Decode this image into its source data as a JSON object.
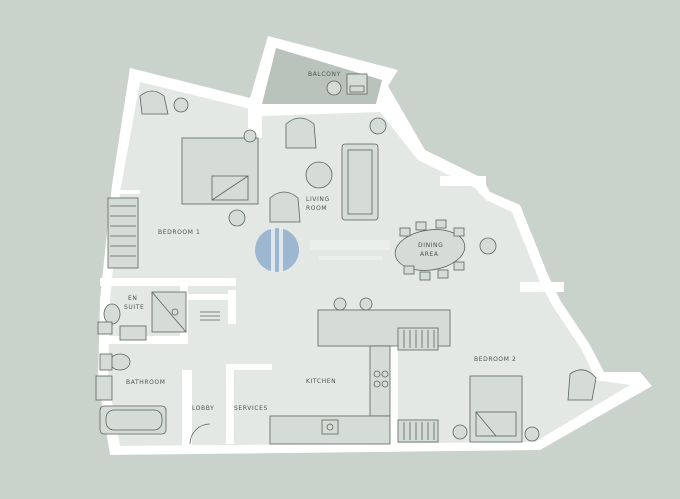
{
  "colors": {
    "background": "#c9d3cb",
    "floor": "#e4e8e5",
    "wall": "#ffffff",
    "balcony": "#b9c3bb",
    "fixture_stroke": "#5a6560",
    "watermark_blue": "#4d7fb8"
  },
  "rooms": {
    "balcony": "BALCONY",
    "living_room_line1": "LIVING",
    "living_room_line2": "ROOM",
    "dining_line1": "DINING",
    "dining_line2": "AREA",
    "bedroom1": "BEDROOM 1",
    "en_suite_line1": "EN",
    "en_suite_line2": "SUITE",
    "bathroom": "BATHROOM",
    "lobby": "LOBBY",
    "services": "SERVICES",
    "kitchen": "KITCHEN",
    "bedroom2": "BEDROOM 2"
  },
  "watermark": {
    "logo_icon": "logo-emblem-icon"
  }
}
